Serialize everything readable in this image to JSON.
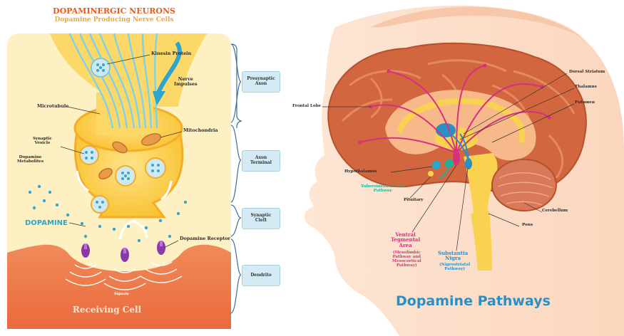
{
  "neuron": {
    "title": "DOPAMINERGIC NEURONS",
    "subtitle": "Dopamine Producing Nerve Cells",
    "labels": {
      "kinesin": "Kinesin Protein",
      "nerve_impulses": "Nerve\nImpulses",
      "microtubule": "Microtubule",
      "mitochondria": "Mitochondria",
      "synaptic_vesicle": "Synaptic\nVesicle",
      "metabolites": "Dopamine\nMetabolites",
      "dopamine": "DOPAMINE",
      "receptor": "Dopamine Receptor",
      "signals": "Signals",
      "receiving_cell": "Receiving Cell"
    },
    "sections": [
      {
        "label": "Presynaptic\nAxon"
      },
      {
        "label": "Axon\nTerminal"
      },
      {
        "label": "Synaptic\nCleft"
      },
      {
        "label": "Dendrite"
      }
    ]
  },
  "brain": {
    "title": "Dopamine Pathways",
    "labels": {
      "frontal_lobe": "Frontal Lobe",
      "dorsal_striatum": "Dorsal Striatum",
      "thalamus": "Thalamus",
      "putamen": "Putamen",
      "hypothalamus": "Hypothalamus",
      "tuberoinfundibular": "Tuberoinfundibular\nPathway",
      "pituitary": "Pituitary",
      "cerebellum": "Cerebellum",
      "pons": "Pons",
      "vta_title": "Ventral\nTegmental\nArea",
      "vta_sub": "(Mesolimbic\nPathway and\nMesocortical\nPathway)",
      "sn_title": "Substantia\nNigra",
      "sn_sub": "(Nigrostriatal\nPathway)"
    }
  },
  "colors": {
    "neuron_orange": "#e65c1a",
    "neuron_yellow": "#fcd05a",
    "panel_bg": "#fdf0c2",
    "dopamine_blue": "#2aa6cf",
    "pathway_magenta": "#d6307f",
    "brain_orange": "#d2663e",
    "skin": "#fde3cf",
    "title_blue": "#2c8fc4"
  }
}
